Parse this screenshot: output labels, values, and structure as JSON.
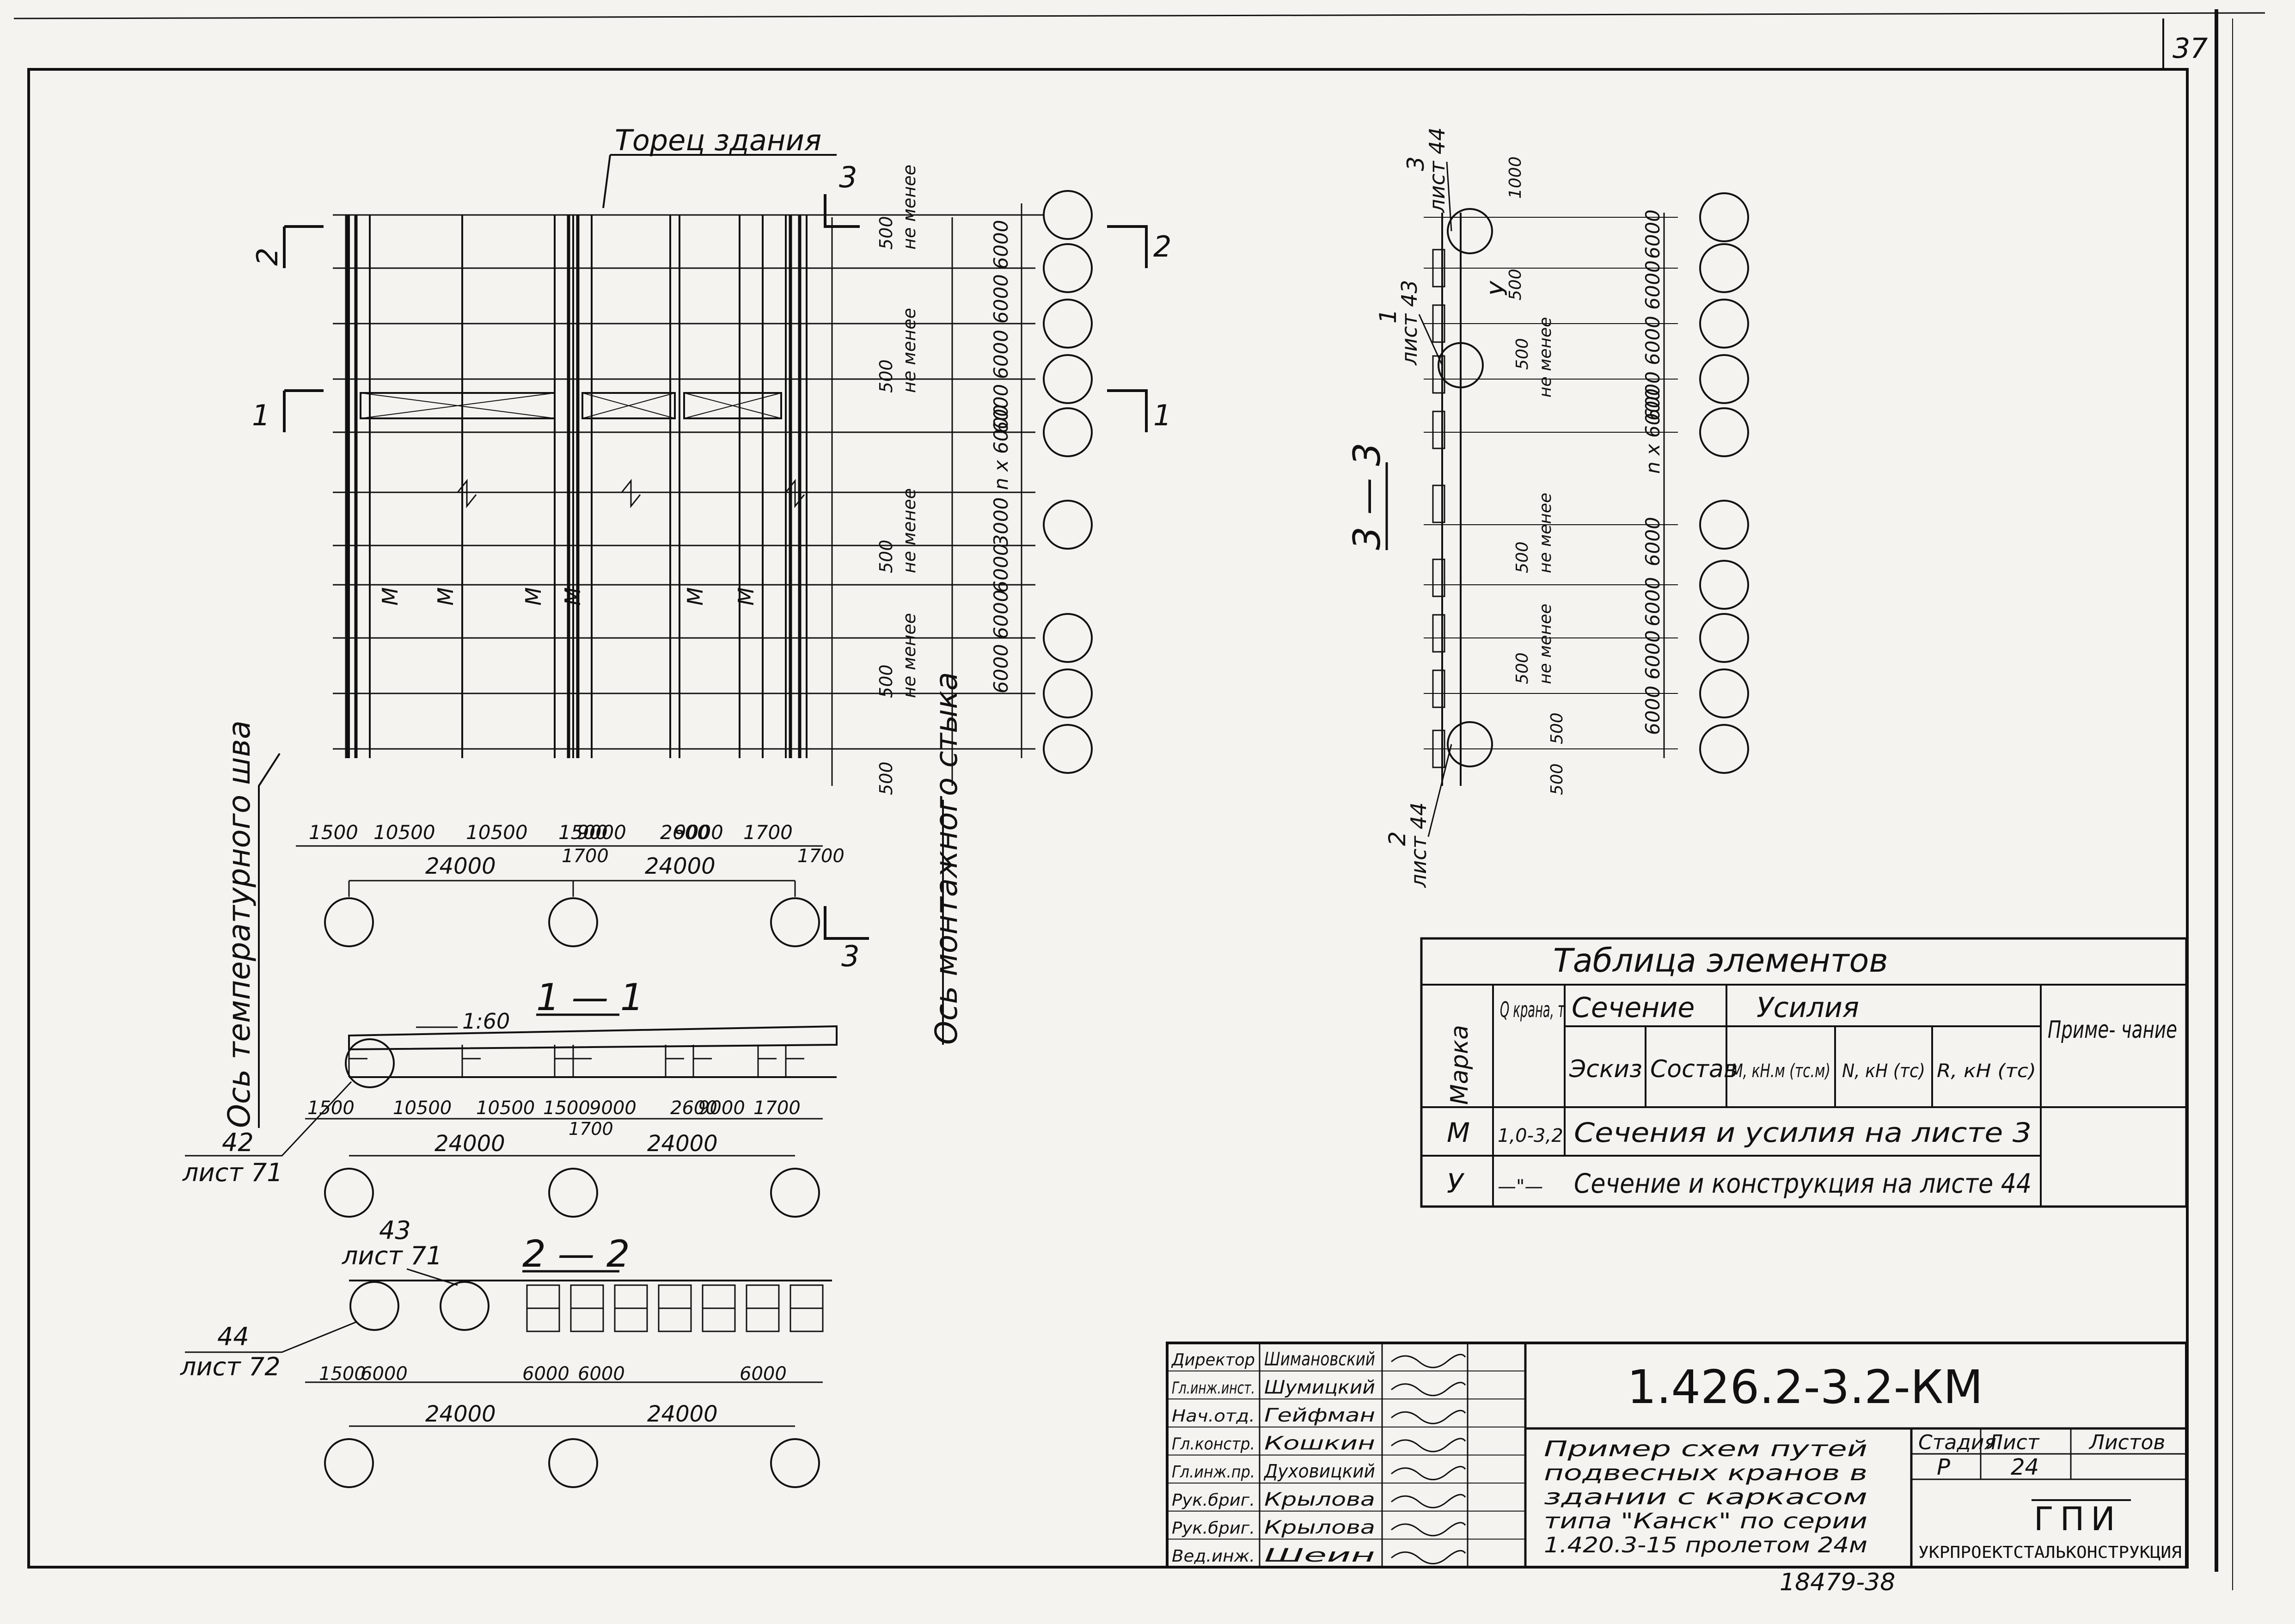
{
  "sheet": {
    "corner_number": "37",
    "bottom_stamp": "18479-38"
  },
  "plan": {
    "end_label": "Торец здания",
    "section_marks": {
      "top_right": "3",
      "bottom_right": "3",
      "s2": "2",
      "s1": "1"
    },
    "right_dims_main": [
      "6000",
      "6000",
      "6000",
      "6000",
      "n x 6000",
      "3000",
      "6000",
      "6000",
      "6000"
    ],
    "not_less_labels": [
      "500",
      "не менее",
      "500",
      "не менее",
      "500",
      "не менее",
      "500",
      "не менее",
      "500"
    ],
    "bottom_dims": [
      "1500",
      "10500",
      "10500",
      "1500",
      "9000",
      "2600",
      "9000",
      "1700"
    ],
    "bottom_sub": [
      "1700",
      "1700"
    ],
    "bottom_totals": [
      "24000",
      "24000"
    ],
    "beam_mark": "М",
    "axis_temp": "Ось температурного шва",
    "axis_mount": "Ось монтажного стыка"
  },
  "section11": {
    "title": "1 — 1",
    "slope": "1:60",
    "dims": [
      "1500",
      "10500",
      "10500",
      "1500",
      "9000",
      "2600",
      "9000",
      "1700"
    ],
    "sub": "1700",
    "totals": [
      "24000",
      "24000"
    ],
    "callout": {
      "num": "42",
      "sheet": "лист 71"
    }
  },
  "section22": {
    "title": "2 — 2",
    "callout_top": {
      "num": "43",
      "sheet": "лист 71"
    },
    "callout_left": {
      "num": "44",
      "sheet": "лист 72"
    },
    "dims": [
      "1500",
      "6000",
      "6000",
      "6000",
      "6000"
    ],
    "totals": [
      "24000",
      "24000"
    ]
  },
  "section33": {
    "title": "3 — 3",
    "callouts": [
      {
        "num": "3",
        "sheet": "лист 44"
      },
      {
        "num": "1",
        "sheet": "лист 43"
      },
      {
        "num": "2",
        "sheet": "лист 44"
      },
      {
        "num": "У",
        "sheet": ""
      }
    ],
    "dims": [
      "6000",
      "6000",
      "6000",
      "6000",
      "n x 6000",
      "6000",
      "6000",
      "6000",
      "6000"
    ],
    "small": [
      "1000",
      "500",
      "500",
      "не менее",
      "500",
      "не менее",
      "500",
      "не менее",
      "500",
      "500"
    ]
  },
  "table": {
    "title": "Таблица элементов",
    "headers": {
      "mark": "Марка",
      "q": "Q крана, т",
      "section": "Сечение",
      "sketch": "Эскиз",
      "composition": "Состав",
      "forces": "Усилия",
      "m": "M, кН.м (тс.м)",
      "n": "N, кН (тс)",
      "r": "R, кН (тс)",
      "note": "Приме- чание"
    },
    "rows": [
      {
        "mark": "М",
        "q": "1,0-3,2",
        "text": "Сечения и усилия на листе 3"
      },
      {
        "mark": "У",
        "q": "—\"—",
        "text": "Сечение и конструкция на листе 44"
      }
    ]
  },
  "title_block": {
    "code": "1.426.2-3.2-КМ",
    "roles": [
      "Директор",
      "Гл.инж.инст.",
      "Нач.отд.",
      "Гл.констр.",
      "Гл.инж.пр.",
      "Рук.бриг.",
      "Рук.бриг.",
      "Вед.инж."
    ],
    "names": [
      "Шимановский",
      "Шумицкий",
      "Гейфман",
      "Кошкин",
      "Духовицкий",
      "Крылова",
      "Крылова",
      "Шеин"
    ],
    "description": [
      "Пример схем путей",
      "подвесных кранов в",
      "здании с каркасом",
      "типа \"Канск\" по серии",
      "1.420.3-15 пролетом 24м"
    ],
    "stage_label": "Стадия",
    "sheet_label": "Лист",
    "sheets_label": "Листов",
    "stage": "Р",
    "sheet": "24",
    "org_logo": "ГПИ",
    "org_name": "УКРПРОЕКТСТАЛЬКОНСТРУКЦИЯ"
  }
}
